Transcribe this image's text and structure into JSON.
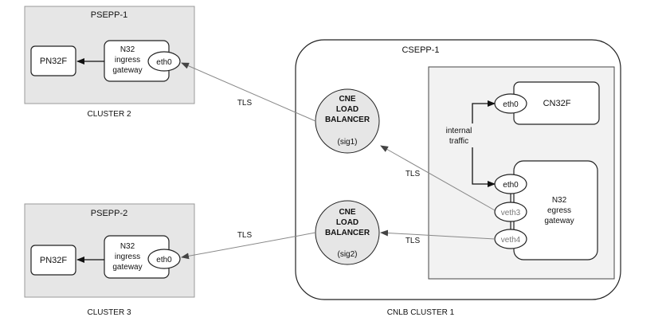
{
  "clusters": {
    "cluster2": {
      "pod_title": "PSEPP-1",
      "caption": "CLUSTER 2",
      "nf": "PN32F",
      "gateway": [
        "N32",
        "ingress",
        "gateway"
      ],
      "port": "eth0"
    },
    "cluster3": {
      "pod_title": "PSEPP-2",
      "caption": "CLUSTER 3",
      "nf": "PN32F",
      "gateway": [
        "N32",
        "ingress",
        "gateway"
      ],
      "port": "eth0"
    },
    "cnlb": {
      "title": "CSEPP-1",
      "caption": "CNLB CLUSTER 1",
      "lb1": {
        "lines": [
          "CNE",
          "LOAD",
          "BALANCER"
        ],
        "sub": "(sig1)"
      },
      "lb2": {
        "lines": [
          "CNE",
          "LOAD",
          "BALANCER"
        ],
        "sub": "(sig2)"
      },
      "cn32f": {
        "label": "CN32F",
        "port": "eth0"
      },
      "egress": {
        "lines": [
          "N32",
          "egress",
          "gateway"
        ],
        "ports": [
          "eth0",
          "veth3",
          "veth4"
        ]
      },
      "internal_traffic": [
        "internal",
        "traffic"
      ]
    }
  },
  "links": {
    "tls": "TLS"
  },
  "colors": {
    "cluster_fill": "#e6e6e6",
    "inner_fill": "#f2f2f2",
    "stroke": "#333333",
    "link": "#888888"
  }
}
